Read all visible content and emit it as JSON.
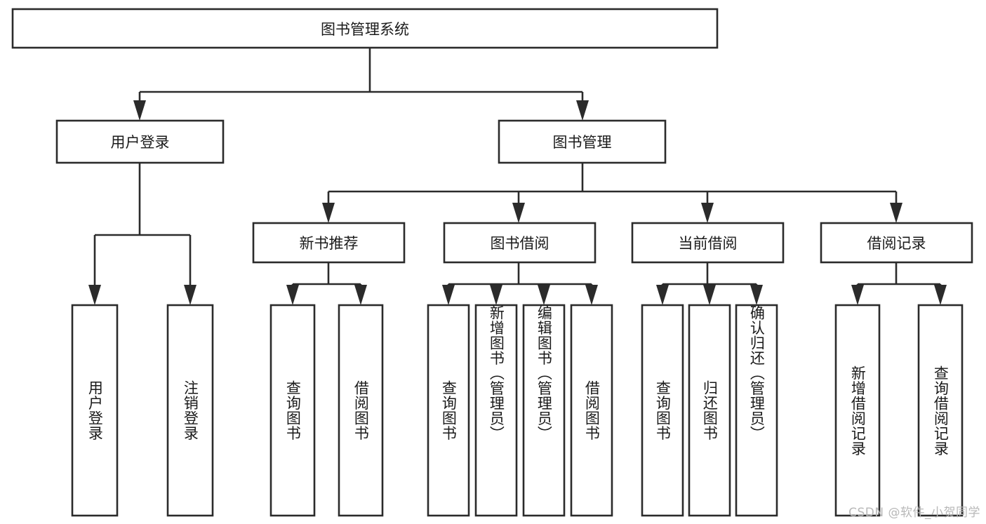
{
  "diagram": {
    "type": "tree-hierarchy",
    "title": "图书管理系统",
    "orientation": "top-down",
    "colors": {
      "background": "#ffffff",
      "box_fill": "#ffffff",
      "box_stroke": "#2b2b2b",
      "connector": "#2b2b2b",
      "text": "#1a1a1a",
      "watermark": "#b8b8b8"
    },
    "root": {
      "label": "图书管理系统"
    },
    "level2": [
      {
        "label": "用户登录"
      },
      {
        "label": "图书管理"
      }
    ],
    "level3": [
      {
        "label": "新书推荐"
      },
      {
        "label": "图书借阅"
      },
      {
        "label": "当前借阅"
      },
      {
        "label": "借阅记录"
      }
    ],
    "leaves": {
      "user_login": [
        {
          "label": "用户登录"
        },
        {
          "label": "注销登录"
        }
      ],
      "new_book_recommend": [
        {
          "label": "查询图书"
        },
        {
          "label": "借阅图书"
        }
      ],
      "book_borrow": [
        {
          "label": "查询图书"
        },
        {
          "label": "新增图书（管理员）"
        },
        {
          "label": "编辑图书（管理员）"
        },
        {
          "label": "借阅图书"
        }
      ],
      "current_borrow": [
        {
          "label": "查询图书"
        },
        {
          "label": "归还图书"
        },
        {
          "label": "确认归还（管理员）"
        }
      ],
      "borrow_record": [
        {
          "label": "新增借阅记录"
        },
        {
          "label": "查询借阅记录"
        }
      ]
    }
  },
  "watermark": {
    "text": "CSDN @软件_小贺同学"
  }
}
